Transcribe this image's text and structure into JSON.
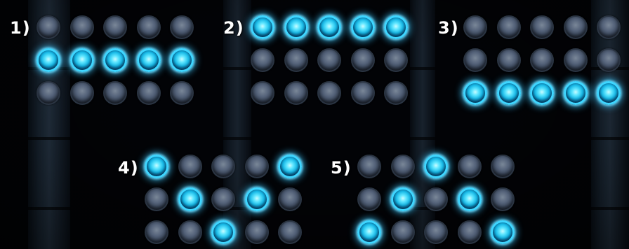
{
  "patterns": [
    {
      "label": "1)",
      "rows": [
        [
          0,
          0,
          0,
          0,
          0
        ],
        [
          1,
          1,
          1,
          1,
          1
        ],
        [
          0,
          0,
          0,
          0,
          0
        ]
      ]
    },
    {
      "label": "2)",
      "rows": [
        [
          1,
          1,
          1,
          1,
          1
        ],
        [
          0,
          0,
          0,
          0,
          0
        ],
        [
          0,
          0,
          0,
          0,
          0
        ]
      ]
    },
    {
      "label": "3)",
      "rows": [
        [
          0,
          0,
          0,
          0,
          0
        ],
        [
          0,
          0,
          0,
          0,
          0
        ],
        [
          1,
          1,
          1,
          1,
          1
        ]
      ]
    },
    {
      "label": "4)",
      "rows": [
        [
          1,
          0,
          0,
          0,
          1
        ],
        [
          0,
          1,
          0,
          1,
          0
        ],
        [
          0,
          0,
          1,
          0,
          0
        ]
      ]
    },
    {
      "label": "5)",
      "rows": [
        [
          0,
          0,
          1,
          0,
          0
        ],
        [
          0,
          1,
          0,
          1,
          0
        ],
        [
          1,
          0,
          0,
          0,
          1
        ]
      ]
    }
  ],
  "colors": {
    "lit_orb": "#3fd6ff",
    "unlit_orb": "#55637a",
    "background": "#020306"
  }
}
